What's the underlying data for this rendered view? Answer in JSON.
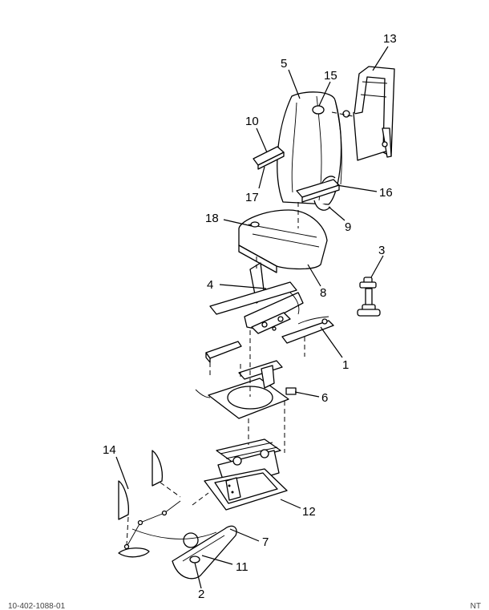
{
  "callouts": [
    "1",
    "2",
    "3",
    "4",
    "5",
    "6",
    "7",
    "8",
    "9",
    "10",
    "11",
    "12",
    "13",
    "14",
    "15",
    "16",
    "17",
    "18"
  ],
  "footer": {
    "left": "10-402-1088-01",
    "right": "NT"
  }
}
